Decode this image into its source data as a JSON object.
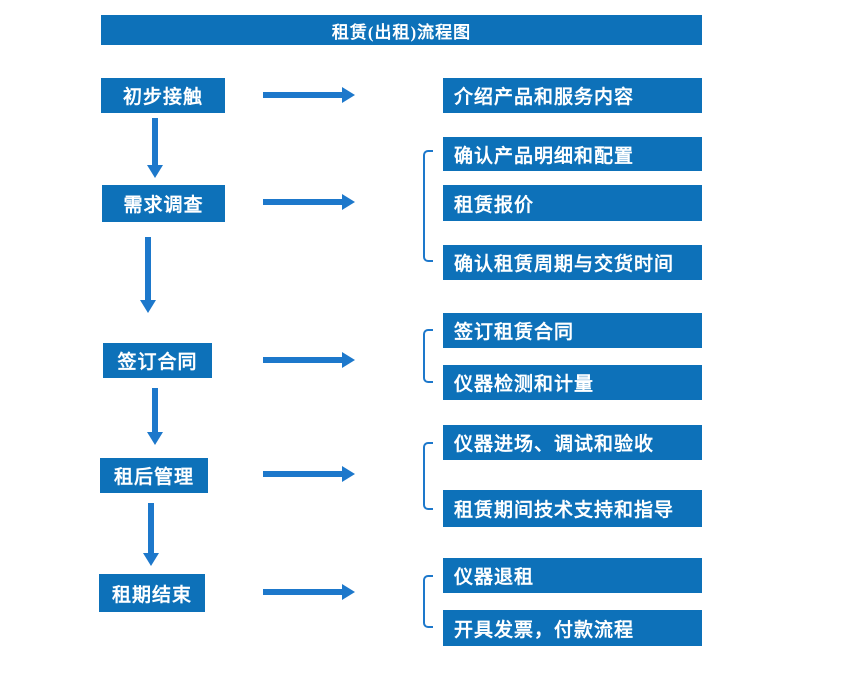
{
  "title": "租赁(出租)流程图",
  "colors": {
    "box_blue": "#0d71b9",
    "arrow_blue": "#1d78cb",
    "text_white": "#ffffff"
  },
  "flow": [
    {
      "stage": "初步接触",
      "details": [
        "介绍产品和服务内容"
      ]
    },
    {
      "stage": "需求调查",
      "details": [
        "确认产品明细和配置",
        "租赁报价",
        "确认租赁周期与交货时间"
      ]
    },
    {
      "stage": "签订合同",
      "details": [
        "签订租赁合同",
        "仪器检测和计量"
      ]
    },
    {
      "stage": "租后管理",
      "details": [
        "仪器进场、调试和验收",
        "租赁期间技术支持和指导"
      ]
    },
    {
      "stage": "租期结束",
      "details": [
        "仪器退租",
        "开具发票，付款流程"
      ]
    }
  ]
}
